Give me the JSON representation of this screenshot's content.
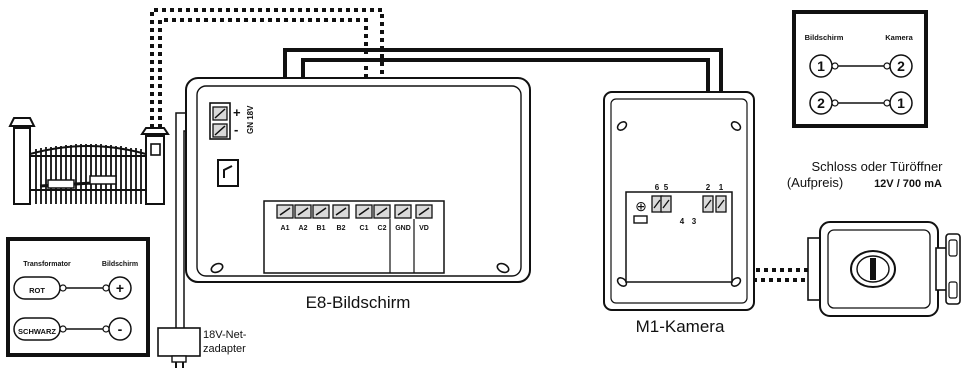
{
  "monitor": {
    "name": "E8-Bildschirm",
    "power_plus": "+",
    "power_minus": "-",
    "power_note": "GN 18V",
    "terminals": [
      "A1",
      "A2",
      "B1",
      "B2",
      "C1",
      "C2",
      "GND",
      "VD"
    ]
  },
  "camera": {
    "name": "M1-Kamera",
    "terminal_numbers": [
      "6",
      "5",
      "4",
      "3",
      "2",
      "1"
    ],
    "power_symbol": "⊕"
  },
  "adapter": {
    "line1": "18V-Net-",
    "line2": "zadapter"
  },
  "lock": {
    "line1": "Schloss oder Türöffner",
    "line2": "(Aufpreis)",
    "spec": "12V / 700 mA"
  },
  "legend_camera": {
    "left_header": "Bildschirm",
    "right_header": "Kamera",
    "rows": [
      {
        "left": "1",
        "right": "2"
      },
      {
        "left": "2",
        "right": "1"
      }
    ]
  },
  "legend_transformer": {
    "left_header": "Transformator",
    "right_header": "Bildschirm",
    "rows": [
      {
        "left": "ROT",
        "right": "+"
      },
      {
        "left": "SCHWARZ",
        "right": "-"
      }
    ]
  },
  "colors": {
    "line": "#111111",
    "panel": "#ffffff",
    "terminal_fill": "#d9d9d9"
  }
}
